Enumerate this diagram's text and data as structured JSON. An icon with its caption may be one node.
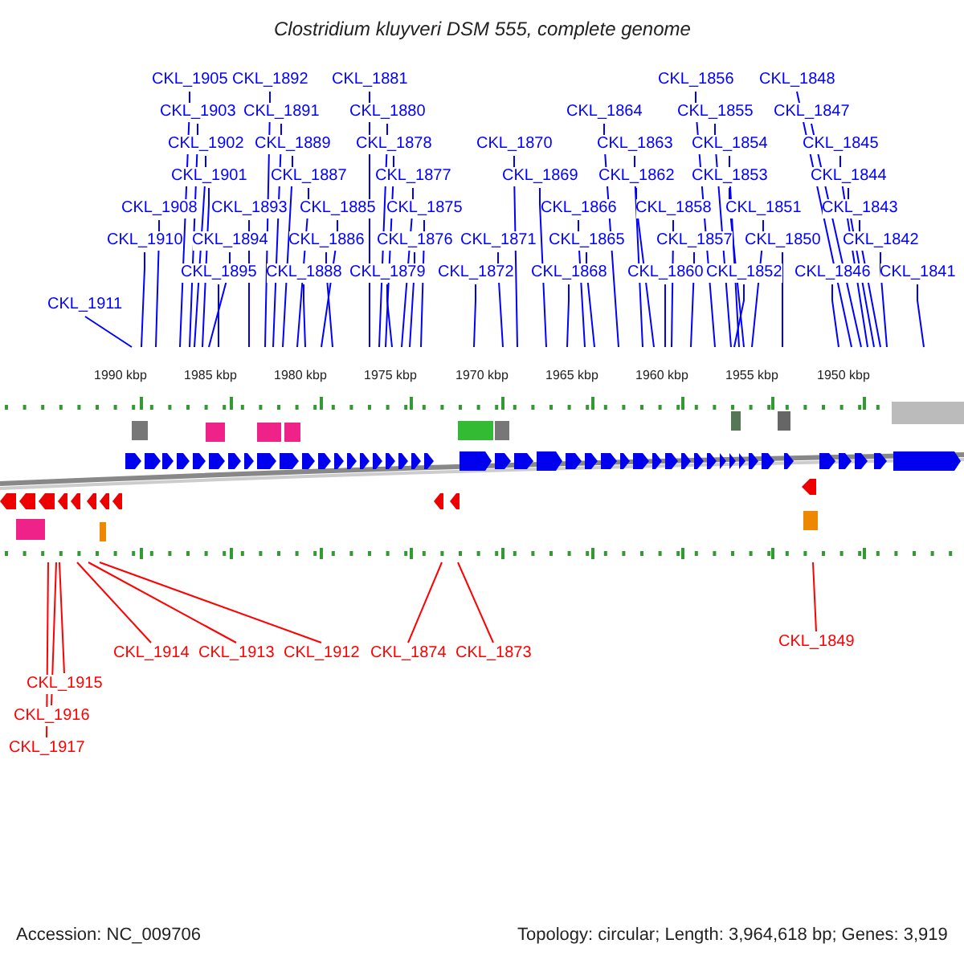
{
  "diagram": {
    "title": "Clostridium kluyveri DSM 555, complete genome",
    "nodes": [
      {
        "text": [
          "CKL_1905"
        ]
      },
      {
        "text": [
          "CKL_1892"
        ]
      },
      {
        "text": [
          "CKL_1881"
        ]
      },
      {
        "text": [
          "CKL_1856"
        ]
      },
      {
        "text": [
          "CKL_1848"
        ]
      },
      {
        "text": [
          "CKL_1903"
        ]
      },
      {
        "text": [
          "CKL_1891"
        ]
      },
      {
        "text": [
          "CKL_1880"
        ]
      },
      {
        "text": [
          "CKL_1864"
        ]
      },
      {
        "text": [
          "CKL_1855"
        ]
      },
      {
        "text": [
          "CKL_1847"
        ]
      },
      {
        "text": [
          "CKL_1902"
        ]
      },
      {
        "text": [
          "CKL_1889"
        ]
      },
      {
        "text": [
          "CKL_1878"
        ]
      },
      {
        "text": [
          "CKL_1870"
        ]
      },
      {
        "text": [
          "CKL_1863"
        ]
      },
      {
        "text": [
          "CKL_1854"
        ]
      },
      {
        "text": [
          "CKL_1845"
        ]
      },
      {
        "text": [
          "CKL_1901"
        ]
      },
      {
        "text": [
          "CKL_1887"
        ]
      },
      {
        "text": [
          "CKL_1877"
        ]
      },
      {
        "text": [
          "CKL_1869"
        ]
      },
      {
        "text": [
          "CKL_1862"
        ]
      },
      {
        "text": [
          "CKL_1853"
        ]
      },
      {
        "text": [
          "CKL_1844"
        ]
      },
      {
        "text": [
          "CKL_1908"
        ]
      },
      {
        "text": [
          "CKL_1893"
        ]
      },
      {
        "text": [
          "CKL_1885"
        ]
      },
      {
        "text": [
          "CKL_1875"
        ]
      },
      {
        "text": [
          "CKL_1866"
        ]
      },
      {
        "text": [
          "CKL_1858"
        ]
      },
      {
        "text": [
          "CKL_1851"
        ]
      },
      {
        "text": [
          "CKL_1843"
        ]
      },
      {
        "text": [
          "CKL_1910"
        ]
      },
      {
        "text": [
          "CKL_1894"
        ]
      },
      {
        "text": [
          "CKL_1886"
        ]
      },
      {
        "text": [
          "CKL_1876"
        ]
      },
      {
        "text": [
          "CKL_1871"
        ]
      },
      {
        "text": [
          "CKL_1865"
        ]
      },
      {
        "text": [
          "CKL_1857"
        ]
      },
      {
        "text": [
          "CKL_1850"
        ]
      },
      {
        "text": [
          "CKL_1842"
        ]
      },
      {
        "text": [
          "CKL_1895"
        ]
      },
      {
        "text": [
          "CKL_1888"
        ]
      },
      {
        "text": [
          "CKL_1879"
        ]
      },
      {
        "text": [
          "CKL_1872"
        ]
      },
      {
        "text": [
          "CKL_1868"
        ]
      },
      {
        "text": [
          "CKL_1860"
        ]
      },
      {
        "text": [
          "CKL_1852"
        ]
      },
      {
        "text": [
          "CKL_1846"
        ]
      },
      {
        "text": [
          "CKL_1841"
        ]
      },
      {
        "text": [
          "CKL_1911"
        ]
      },
      {
        "text": [
          "CKL_1849"
        ]
      },
      {
        "text": [
          "CKL_1914"
        ]
      },
      {
        "text": [
          "CKL_1913"
        ]
      },
      {
        "text": [
          "CKL_1912"
        ]
      },
      {
        "text": [
          "CKL_1874"
        ]
      },
      {
        "text": [
          "CKL_1873"
        ]
      },
      {
        "text": [
          "CKL_1915"
        ]
      },
      {
        "text": [
          "CKL_1916"
        ]
      },
      {
        "text": [
          "CKL_1917"
        ]
      }
    ],
    "edges": [
      {
        "from": 0,
        "to": null,
        "arrow": "none"
      },
      {
        "from": 1,
        "to": null,
        "arrow": "none"
      },
      {
        "from": 2,
        "to": null,
        "arrow": "none"
      },
      {
        "from": 3,
        "to": null,
        "arrow": "none"
      },
      {
        "from": 4,
        "to": null,
        "arrow": "none"
      },
      {
        "from": 5,
        "to": null,
        "arrow": "none"
      },
      {
        "from": 6,
        "to": null,
        "arrow": "none"
      },
      {
        "from": 7,
        "to": null,
        "arrow": "none"
      },
      {
        "from": 8,
        "to": null,
        "arrow": "none"
      },
      {
        "from": 9,
        "to": null,
        "arrow": "none"
      },
      {
        "from": 10,
        "to": null,
        "arrow": "none"
      },
      {
        "from": 11,
        "to": null,
        "arrow": "none"
      },
      {
        "from": 12,
        "to": null,
        "arrow": "none"
      },
      {
        "from": 13,
        "to": null,
        "arrow": "none"
      },
      {
        "from": 14,
        "to": null,
        "arrow": "none"
      },
      {
        "from": 15,
        "to": null,
        "arrow": "none"
      },
      {
        "from": 16,
        "to": null,
        "arrow": "none"
      },
      {
        "from": 17,
        "to": null,
        "arrow": "none"
      },
      {
        "from": 18,
        "to": null,
        "arrow": "none"
      },
      {
        "from": 19,
        "to": null,
        "arrow": "none"
      },
      {
        "from": 20,
        "to": null,
        "arrow": "none"
      },
      {
        "from": 21,
        "to": null,
        "arrow": "none"
      },
      {
        "from": 22,
        "to": null,
        "arrow": "none"
      },
      {
        "from": 23,
        "to": null,
        "arrow": "none"
      },
      {
        "from": 24,
        "to": null,
        "arrow": "none"
      },
      {
        "from": 25,
        "to": null,
        "arrow": "none"
      },
      {
        "from": 26,
        "to": null,
        "arrow": "none"
      },
      {
        "from": 27,
        "to": null,
        "arrow": "none"
      },
      {
        "from": 28,
        "to": null,
        "arrow": "none"
      },
      {
        "from": 29,
        "to": null,
        "arrow": "none"
      },
      {
        "from": 30,
        "to": null,
        "arrow": "none"
      },
      {
        "from": 31,
        "to": null,
        "arrow": "none"
      },
      {
        "from": 32,
        "to": null,
        "arrow": "none"
      },
      {
        "from": 33,
        "to": null,
        "arrow": "none"
      },
      {
        "from": 34,
        "to": null,
        "arrow": "none"
      },
      {
        "from": 35,
        "to": null,
        "arrow": "none"
      },
      {
        "from": 36,
        "to": null,
        "arrow": "none"
      },
      {
        "from": 37,
        "to": null,
        "arrow": "none"
      },
      {
        "from": 38,
        "to": null,
        "arrow": "none"
      },
      {
        "from": 39,
        "to": null,
        "arrow": "none"
      },
      {
        "from": 40,
        "to": null,
        "arrow": "none"
      },
      {
        "from": 41,
        "to": null,
        "arrow": "none"
      },
      {
        "from": 42,
        "to": null,
        "arrow": "none"
      },
      {
        "from": 43,
        "to": null,
        "arrow": "none"
      },
      {
        "from": 44,
        "to": null,
        "arrow": "none"
      },
      {
        "from": 45,
        "to": null,
        "arrow": "none"
      },
      {
        "from": 46,
        "to": null,
        "arrow": "none"
      },
      {
        "from": 47,
        "to": null,
        "arrow": "none"
      },
      {
        "from": 48,
        "to": null,
        "arrow": "none"
      },
      {
        "from": 49,
        "to": null,
        "arrow": "none"
      },
      {
        "from": 50,
        "to": null,
        "arrow": "none"
      },
      {
        "from": 51,
        "to": null,
        "arrow": "none"
      },
      {
        "from": 52,
        "to": null,
        "arrow": "none",
        "color": "#ff0000"
      },
      {
        "from": 53,
        "to": null,
        "arrow": "none",
        "color": "#ff0000"
      },
      {
        "from": 54,
        "to": null,
        "arrow": "none",
        "color": "#ff0000"
      },
      {
        "from": 55,
        "to": null,
        "arrow": "none",
        "color": "#ff0000"
      },
      {
        "from": 56,
        "to": null,
        "arrow": "none",
        "color": "#ff0000"
      },
      {
        "from": 57,
        "to": null,
        "arrow": "none",
        "color": "#ff0000"
      },
      {
        "from": 58,
        "to": null,
        "arrow": "none",
        "color": "#ff0000"
      },
      {
        "from": 59,
        "to": null,
        "arrow": "none",
        "color": "#ff0000"
      },
      {
        "from": 60,
        "to": null,
        "arrow": "none",
        "color": "#ff0000"
      }
    ],
    "labels": [
      "1990 kbp",
      "1985 kbp",
      "1980 kbp",
      "1975 kbp",
      "1970 kbp",
      "1965 kbp",
      "1960 kbp",
      "1955 kbp",
      "1950 kbp",
      "Accession: NC_009706",
      "Topology: circular; Length: 3,964,618 bp; Genes: 3,919"
    ]
  }
}
